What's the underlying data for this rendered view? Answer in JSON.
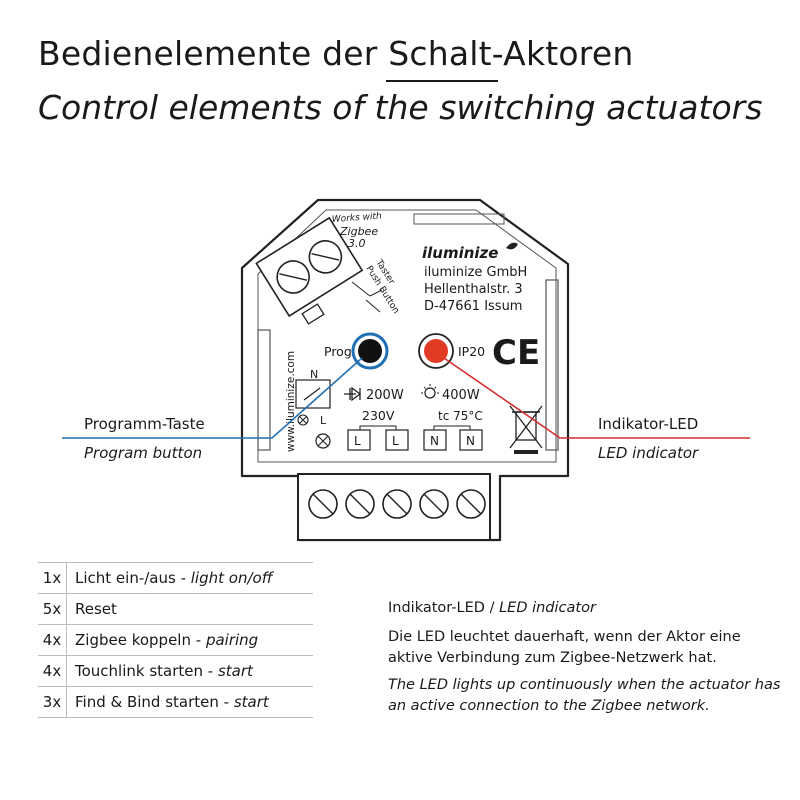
{
  "title": {
    "de": "Bedienelemente der Schalt-Aktoren",
    "en": "Control elements of the switching actuators"
  },
  "device": {
    "zigbee_badge": [
      "Works with",
      "Zigbee",
      "3.0"
    ],
    "brand": "iluminize",
    "address": [
      "iluminize GmbH",
      "Hellenthalstr. 3",
      "D-47661 Issum"
    ],
    "website": "www.iluminize.com",
    "taster": [
      "Taster",
      "Push Button"
    ],
    "prog_label": "Prog",
    "ip_rating": "IP20",
    "ce_mark": "CE",
    "terminal_n": "N",
    "terminal_l": "L",
    "led_load": "200W",
    "incandescent_load": "400W",
    "voltage": "230V",
    "tc": "tc 75°C",
    "terminals": [
      "L",
      "L",
      "N",
      "N"
    ],
    "colors": {
      "prog_ring": "#1f6fb2",
      "led_red": "#e23b23",
      "line_blue": "#1f6fb2",
      "line_red": "#d32f2f"
    }
  },
  "callouts": {
    "program": {
      "label": "Programm-Taste",
      "sub": "Program button"
    },
    "indicator": {
      "label": "Indikator-LED",
      "sub": "LED indicator"
    }
  },
  "press_table": [
    {
      "count": "1x",
      "de": "Licht ein-/aus",
      "sep": " - ",
      "en": "light on/off"
    },
    {
      "count": "5x",
      "de": "Reset",
      "sep": "",
      "en": ""
    },
    {
      "count": "4x",
      "de": "Zigbee koppeln",
      "sep": " - ",
      "en": "pairing"
    },
    {
      "count": "4x",
      "de": "Touchlink starten",
      "sep": " - ",
      "en": "start"
    },
    {
      "count": "3x",
      "de": "Find & Bind starten",
      "sep": " - ",
      "en": "start"
    }
  ],
  "led_info": {
    "heading_de": "Indikator-LED",
    "heading_sep": " / ",
    "heading_en": "LED indicator",
    "text_de": "Die LED leuchtet dauerhaft, wenn der Aktor eine aktive Verbindung zum Zigbee-Netzwerk hat.",
    "text_en": "The LED lights up continuously when the actuator has an active connection to the Zigbee network."
  }
}
